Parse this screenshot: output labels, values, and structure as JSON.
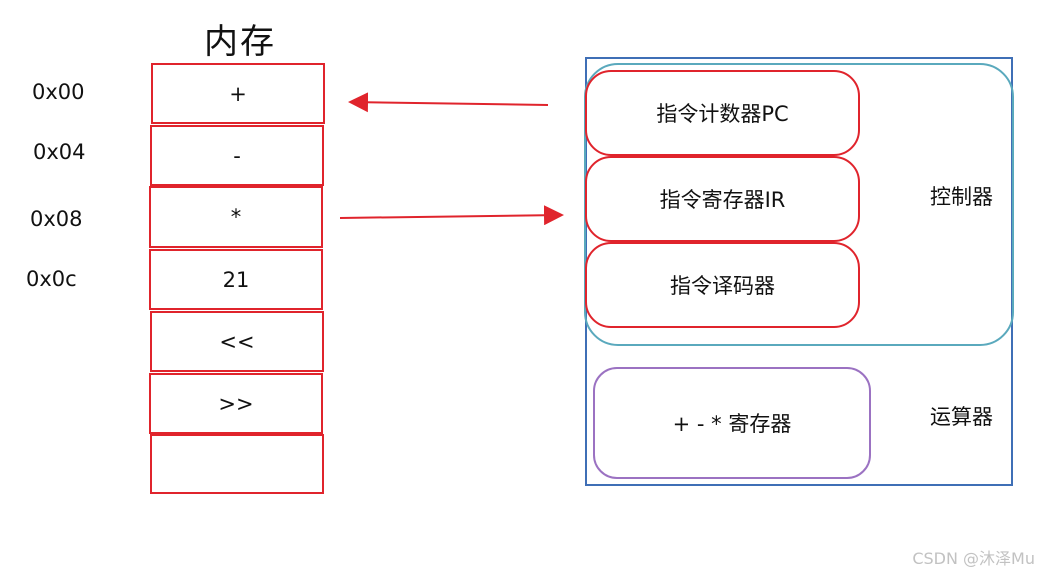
{
  "memory": {
    "title": "内存",
    "addresses": [
      "0x00",
      "0x04",
      "0x08",
      "0x0c"
    ],
    "cells": [
      "+",
      "-",
      "*",
      "21",
      "<<",
      ">>",
      ""
    ]
  },
  "cpu": {
    "controller": {
      "label": "控制器",
      "registers": [
        "指令计数器PC",
        "指令寄存器IR",
        "指令译码器"
      ]
    },
    "alu": {
      "label": "运算器",
      "content": "+ - *  寄存器"
    }
  },
  "watermark": "CSDN @沐泽Mu",
  "colors": {
    "memory_border": "#e0242c",
    "arrow": "#e0242c",
    "cpu_border": "#3f6fb6",
    "controller_border": "#5aa9bd",
    "alu_border": "#9b72c2"
  }
}
